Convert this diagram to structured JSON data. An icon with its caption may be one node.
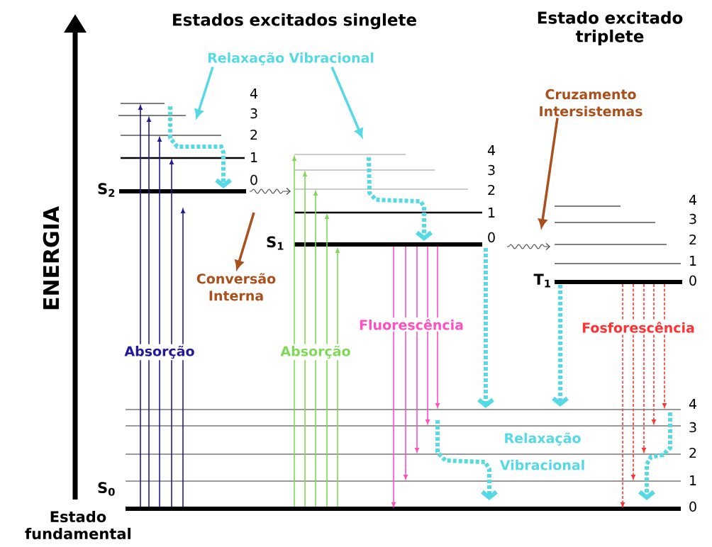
{
  "diagram": {
    "nodes": [
      {
        "text": [
          "Relaxação Vibracional"
        ]
      },
      {
        "text": [
          "Cruzamento Intersistemas"
        ]
      },
      {
        "text": [
          "Conversão Interna"
        ]
      }
    ],
    "edges": [
      {
        "from": 0,
        "to": null,
        "arrow": "to",
        "color": "#55d9e4"
      },
      {
        "from": 0,
        "to": null,
        "arrow": "to",
        "color": "#55d9e4"
      },
      {
        "from": 1,
        "to": null,
        "arrow": "to",
        "color": "#a9501d"
      },
      {
        "from": null,
        "to": 2,
        "arrow": "to",
        "color": "#a9501d"
      }
    ],
    "labels": [
      "Estados excitados singlete",
      "Estado excitado triplete",
      "ENERGIA",
      "4",
      "3",
      "2",
      "1",
      "0",
      "S$_{2}$",
      "4",
      "3",
      "2",
      "1",
      "0",
      "S$_{1}$",
      "4",
      "3",
      "2",
      "1",
      "0",
      "T$_{1}$",
      "Absorção",
      "Absorção",
      "Fluorescência",
      "Fosforescência",
      "4",
      "3",
      "2",
      "1",
      "0",
      "S$_{0}$",
      "Relaxação Vibracional",
      "Estado fundamental"
    ]
  }
}
